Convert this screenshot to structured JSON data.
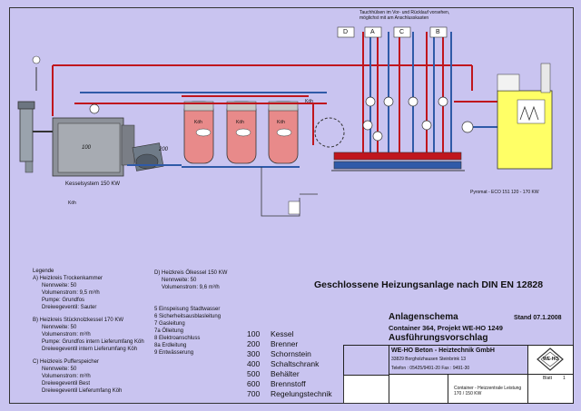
{
  "title": "Geschlossene Heizungsanlage nach DIN EN 12828",
  "subtitle": "Anlagenschema",
  "date": "Stand 07.1.2008",
  "project": "Container 364, Projekt WE-HO 1249",
  "variant": "Ausführungsvorschlag",
  "company": {
    "name": "WE-HO Beton - Heiztechnik GmbH",
    "address": "33829 Borgholzhausen Steinbrink 13",
    "phone": "Telefon : 05425/9491-20 Fax : 9491-30",
    "logo_text": "WE-HO"
  },
  "titleblock": {
    "description": "Container - Heizzentrale Leistung 170 / 150 KW",
    "sheet_label": "Blatt",
    "sheet_no": "1"
  },
  "diagram_labels": {
    "boiler_label": "Kesselsystem 150 KW",
    "boiler_no": "100",
    "burner_no": "200",
    "koh": "Köh",
    "note_top": "Tauchhülsen im Vor- und Rücklauf vorsehen, möglichst mit am Anschlusskasten",
    "pyromat": "Pyromat - ECO 151 120 - 170 KW",
    "circuits": [
      "D",
      "A",
      "C",
      "B"
    ],
    "tank_labels": [
      "Köh",
      "Köh",
      "Köh"
    ],
    "sensor": "Köh"
  },
  "legend": {
    "heading": "Legende",
    "A": {
      "title": "A) Heizkreis Trockenkammer",
      "lines": [
        "Nennweite: 50",
        "Volumenstrom: 9,5   m³/h",
        "Pumpe: Grundfos",
        "Dreiwegeventil: Sauter"
      ]
    },
    "B": {
      "title": "B) Heizkreis Stücknolzkessel 170 KW",
      "lines": [
        "Nennweite: 50",
        "Volumenstrom:    m³/h",
        "Pumpe: Grundfos intern Lieferumfang Köh",
        "Dreiwegeventil intern Lieferumfang Köh"
      ]
    },
    "C": {
      "title": "C) Heizkreis Pufferspeicher",
      "lines": [
        "Nennweite: 50",
        "Volumenstrom:    m³/h",
        "Dreiwegeventil Best",
        "Dreiwegeventil Lieferumfang Köh"
      ]
    },
    "D": {
      "title": "D) Heizkreis Ölkessel 150 KW",
      "lines": [
        "Nennweite: 50",
        "Volumenstrom:        9,6 m³/h"
      ]
    },
    "items": [
      "5  Einspeisung Stadtwasser",
      "6  Sicherheitsausblasleitung",
      "7  Gasleitung",
      "7a Ölleitung",
      "8  Elektroanschluss",
      "8a Erdleitung",
      "9  Entwässerung"
    ],
    "numbers": [
      {
        "no": "100",
        "label": "Kessel"
      },
      {
        "no": "200",
        "label": "Brenner"
      },
      {
        "no": "300",
        "label": "Schornstein"
      },
      {
        "no": "400",
        "label": "Schaltschrank"
      },
      {
        "no": "500",
        "label": "Behälter"
      },
      {
        "no": "600",
        "label": "Brennstoff"
      },
      {
        "no": "700",
        "label": "Regelungstechnik"
      }
    ]
  },
  "colors": {
    "background": "#c9c4f0",
    "flow": "#c0161d",
    "return": "#2f5aa8",
    "tank": "#e88a8a",
    "burner_bg": "#ffffff",
    "fire_box": "#ffff66"
  }
}
